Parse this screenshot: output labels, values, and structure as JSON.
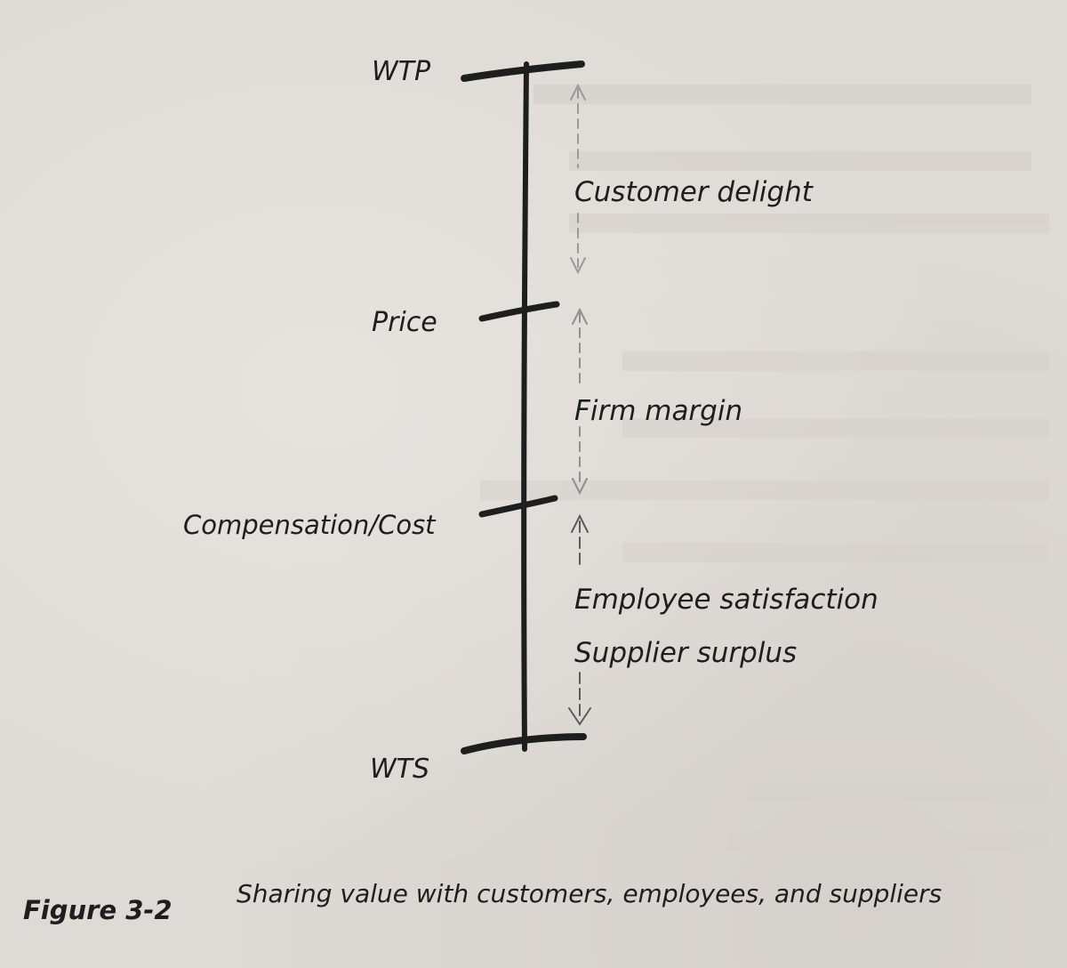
{
  "diagram": {
    "labels": {
      "wtp": "WTP",
      "price": "Price",
      "compensation_cost": "Compensation/Cost",
      "wts": "WTS"
    },
    "segments": {
      "customer_delight": "Customer delight",
      "firm_margin": "Firm margin",
      "employee_satisfaction": "Employee satisfaction",
      "supplier_surplus": "Supplier surplus"
    }
  },
  "caption": {
    "figure_number": "Figure 3-2",
    "text": "Sharing value with customers, employees, and suppliers"
  },
  "colors": {
    "ink": "#1e1e1e",
    "faint_arrow": "#9a9a9a",
    "paper": "#dedad6"
  }
}
